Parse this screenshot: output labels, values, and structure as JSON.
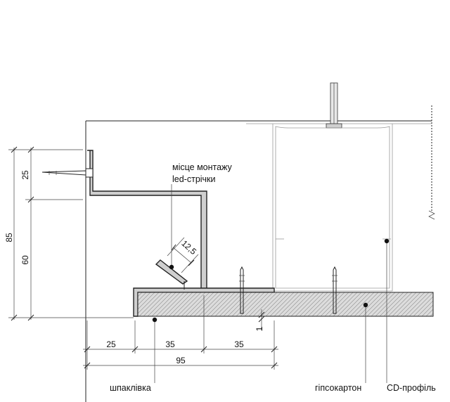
{
  "dimensions": {
    "vertical": {
      "total": "85",
      "top": "25",
      "bottom": "60"
    },
    "horizontal": {
      "first": "25",
      "second": "35",
      "third": "35",
      "total": "95"
    },
    "channel_width": "12,5",
    "board_thickness": "1"
  },
  "labels": {
    "mounting_line1": "місце монтажу",
    "mounting_line2": "led-стрічки",
    "putty": "шпаклівка",
    "drywall": "гіпсокартон",
    "cd_profile": "CD-профіль"
  }
}
